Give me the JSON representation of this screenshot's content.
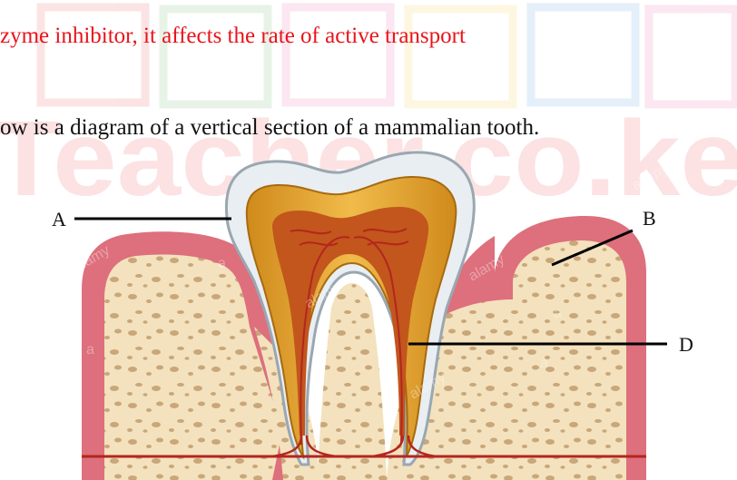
{
  "text": {
    "line_red": "zyme inhibitor, it affects the rate of active transport",
    "line_black": "ow is a diagram of a vertical section of a mammalian tooth."
  },
  "watermark": {
    "text": "Teacher.co.ke",
    "color": "#e8141b",
    "stock_marks": [
      "alamy",
      "alamy",
      "alamy",
      "alamy",
      "alamy",
      "a",
      "a",
      "a",
      "a"
    ]
  },
  "labels": {
    "a": "A",
    "b": "B",
    "d": "D"
  },
  "colors": {
    "question_text": "#e8141b",
    "gum": "#de6f7c",
    "bone": "#f3e2bd",
    "enamel": "#e9eef2",
    "dentine": "#d99a24",
    "pulp": "#c2561c",
    "blood_vessel": "#b3261e"
  }
}
